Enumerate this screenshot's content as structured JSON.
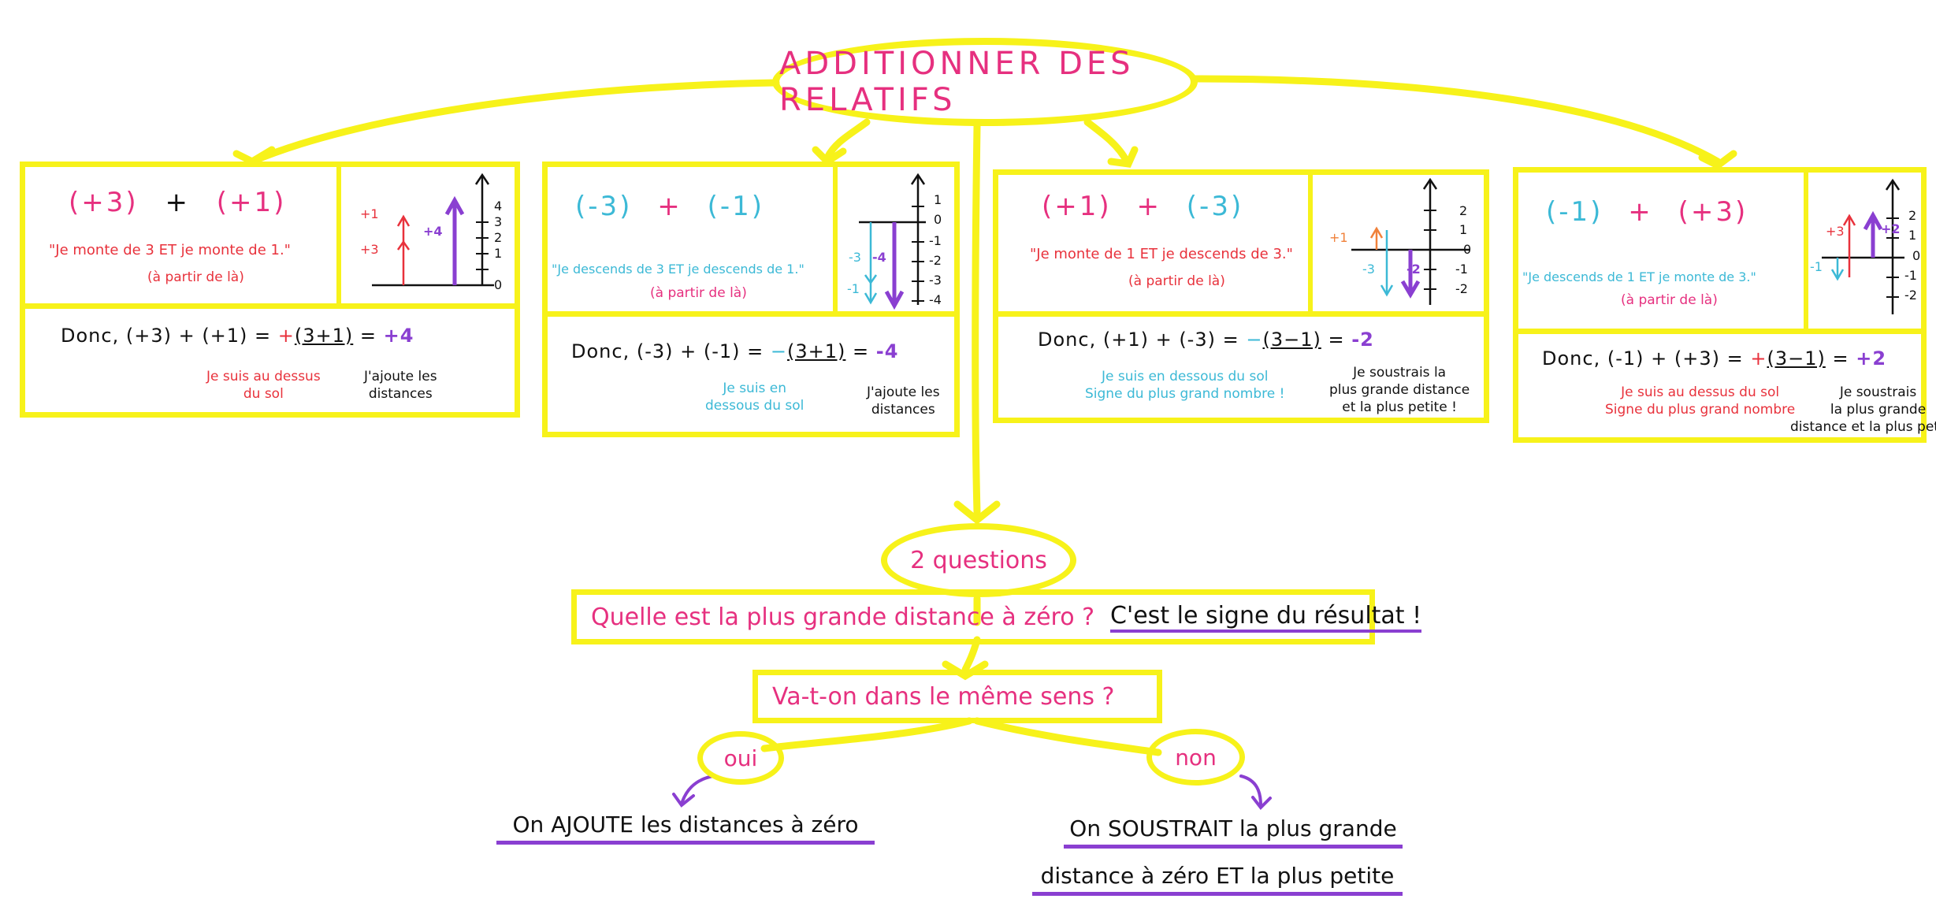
{
  "title": "ADDITIONNER DES RELATIFS",
  "cards": [
    {
      "expr": [
        "(+3)",
        "+",
        "(+1)"
      ],
      "phrase": "\"Je monte de 3 ET je monte de 1.\"",
      "from": "(à partir de là)",
      "done_prefix": "Donc,",
      "done_expr": "(+3) + (+1) = ",
      "sign": "+",
      "paren": "(3+1)",
      "eq": " = ",
      "result": "+4",
      "note_sign": [
        "Je suis au dessus",
        "du sol"
      ],
      "note_op": [
        "J'ajoute les",
        "distances"
      ],
      "scale_labels": [
        "4",
        "3",
        "2",
        "1",
        "0"
      ],
      "arrow_labels": [
        "+1",
        "+3"
      ],
      "result_label": "+4"
    },
    {
      "expr": [
        "(-3)",
        "+",
        "(-1)"
      ],
      "phrase": "\"Je descends de 3 ET je descends de 1.\"",
      "from": "(à partir de là)",
      "done_prefix": "Donc,",
      "done_expr": "(-3) + (-1) = ",
      "sign": "−",
      "paren": "(3+1)",
      "eq": " = ",
      "result": "-4",
      "note_sign": [
        "Je suis en",
        "dessous du sol"
      ],
      "note_op": [
        "J'ajoute les",
        "distances"
      ],
      "scale_labels": [
        "1",
        "0",
        "-1",
        "-2",
        "-3",
        "-4"
      ],
      "arrow_labels": [
        "-3",
        "-1"
      ],
      "result_label": "-4"
    },
    {
      "expr": [
        "(+1)",
        "+",
        "(-3)"
      ],
      "phrase": "\"Je monte de 1 ET je descends de 3.\"",
      "from": "(à partir de là)",
      "done_prefix": "Donc,",
      "done_expr": "(+1) + (-3) = ",
      "sign": "−",
      "paren": "(3−1)",
      "eq": " = ",
      "result": "-2",
      "note_sign": [
        "Je suis en dessous du sol",
        "Signe du plus grand nombre !"
      ],
      "note_op": [
        "Je soustrais la",
        "plus grande distance",
        "et la plus petite !"
      ],
      "scale_labels": [
        "2",
        "1",
        "0",
        "-1",
        "-2"
      ],
      "arrow_labels": [
        "+1",
        "-3"
      ],
      "result_label": "-2"
    },
    {
      "expr": [
        "(-1)",
        "+",
        "(+3)"
      ],
      "phrase": "\"Je descends de 1 ET je monte de 3.\"",
      "from": "(à partir de là)",
      "done_prefix": "Donc,",
      "done_expr": "(-1) + (+3) = ",
      "sign": "+",
      "paren": "(3−1)",
      "eq": " = ",
      "result": "+2",
      "note_sign": [
        "Je suis au dessus du sol",
        "Signe du plus grand nombre"
      ],
      "note_op": [
        "Je soustrais",
        "la plus grande",
        "distance et la plus petite !"
      ],
      "scale_labels": [
        "2",
        "1",
        "0",
        "-1",
        "-2"
      ],
      "arrow_labels": [
        "+3",
        "-1"
      ],
      "result_label": "+2"
    }
  ],
  "questions_label": "2 questions",
  "q1": {
    "question": "Quelle est la plus grande distance à zéro ?",
    "answer": "C'est le signe du résultat !"
  },
  "q2": {
    "question": "Va-t-on dans le même sens ?"
  },
  "yes": {
    "label": "oui",
    "conclusion": "On AJOUTE les distances à zéro"
  },
  "no": {
    "label": "non",
    "conclusion_1": "On SOUSTRAIT la plus grande",
    "conclusion_2": "distance à zéro ET la plus petite"
  },
  "colors": {
    "highlight": "#f7f21a",
    "positive": "#e6307f",
    "negative": "#3cb9d6",
    "result": "#8a3fd1",
    "red": "#e8323c"
  }
}
